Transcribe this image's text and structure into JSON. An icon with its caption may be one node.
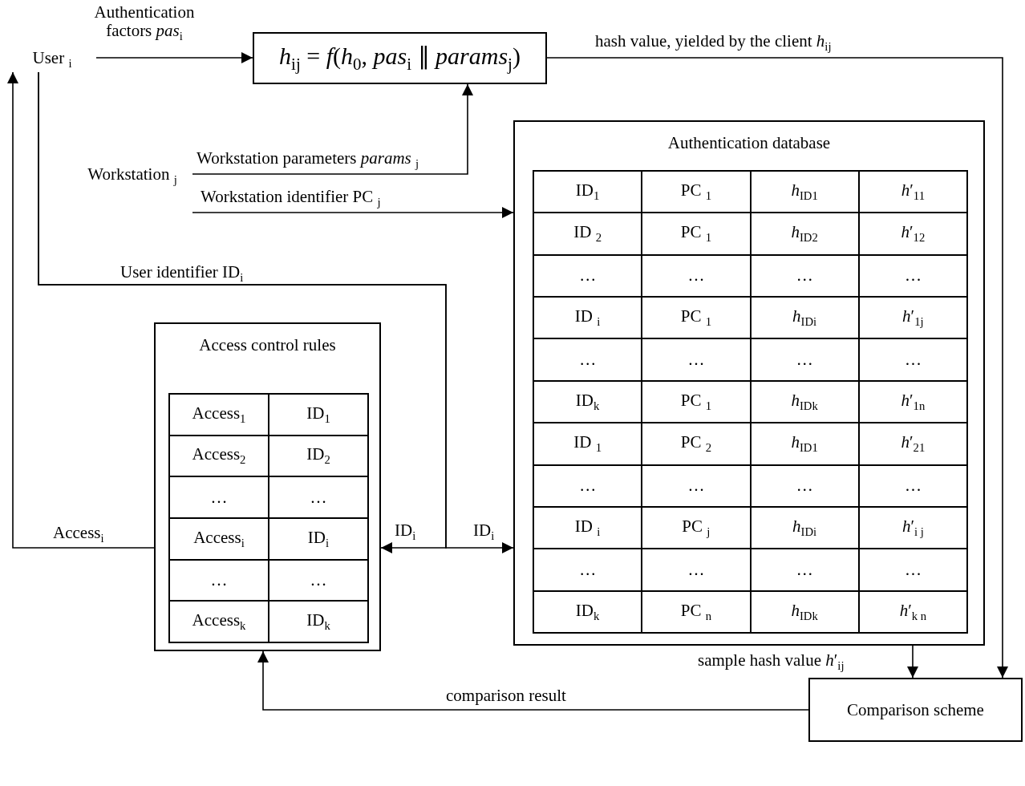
{
  "diagram": {
    "nodes": [
      {
        "text": [
          "User $_{i}$"
        ]
      },
      {
        "text": [
          "*h*$_{ij}$ = *f*(*h*$_{0}$, *pas*$_{i}$ ∥ *params*$_{j}$)"
        ]
      },
      {
        "text": [
          "Workstation $_{j}$"
        ]
      },
      {
        "text": [
          "Authentication database"
        ]
      },
      {
        "text": [
          "Access control rules"
        ]
      },
      {
        "text": [
          "Comparison scheme"
        ]
      }
    ],
    "edges": [
      {
        "from": 0,
        "to": 1,
        "arrow": "to",
        "label": "Authentication factors *pas*$_{i}$"
      },
      {
        "from": 2,
        "to": 1,
        "arrow": "to",
        "label": "Workstation parameters *params* $_{j}$"
      },
      {
        "from": 2,
        "to": 3,
        "arrow": "to",
        "label": "Workstation identifier PC $_{j}$"
      },
      {
        "from": 0,
        "to": 4,
        "arrow": "to",
        "label": "ID$_{i}$"
      },
      {
        "from": 0,
        "to": 3,
        "arrow": "to",
        "label": "ID$_{i}$"
      },
      {
        "from": 1,
        "to": 5,
        "arrow": "to",
        "label": "hash value, yielded by the client *h*$_{ij}$"
      },
      {
        "from": 3,
        "to": 5,
        "arrow": "to",
        "label": "sample hash value *h*′$_{ij}$"
      },
      {
        "from": 5,
        "to": 4,
        "arrow": "to",
        "label": "comparison result"
      },
      {
        "from": 4,
        "to": 0,
        "arrow": "to",
        "label": "Access$_{i}$"
      }
    ],
    "labels": [
      "User identifier ID$_{i}$",
      "ID$_{1}$",
      "PC $_{1}$",
      "*h*$_{ID1}$",
      "*h*′$_{11}$",
      "ID $_{2}$",
      "PC $_{1}$",
      "*h*$_{ID2}$",
      "*h*′$_{12}$",
      "…",
      "…",
      "…",
      "…",
      "ID $_{i}$",
      "PC $_{1}$",
      "*h*$_{IDi}$",
      "*h*′$_{1j}$",
      "…",
      "…",
      "…",
      "…",
      "ID$_{k}$",
      "PC $_{1}$",
      "*h*$_{IDk}$",
      "*h*′$_{1n}$",
      "ID $_{1}$",
      "PC $_{2}$",
      "*h*$_{ID1}$",
      "*h*′$_{21}$",
      "…",
      "…",
      "…",
      "…",
      "ID $_{i}$",
      "PC $_{j}$",
      "*h*$_{IDi}$",
      "*h*′$_{i j}$",
      "…",
      "…",
      "…",
      "…",
      "ID$_{k}$",
      "PC $_{n}$",
      "*h*$_{IDk}$",
      "*h*′$_{k n}$",
      "Access$_{1}$",
      "ID$_{1}$",
      "Access$_{2}$",
      "ID$_{2}$",
      "…",
      "…",
      "Access$_{i}$",
      "ID$_{i}$",
      "…",
      "…",
      "Access$_{k}$",
      "ID$_{k}$"
    ]
  }
}
